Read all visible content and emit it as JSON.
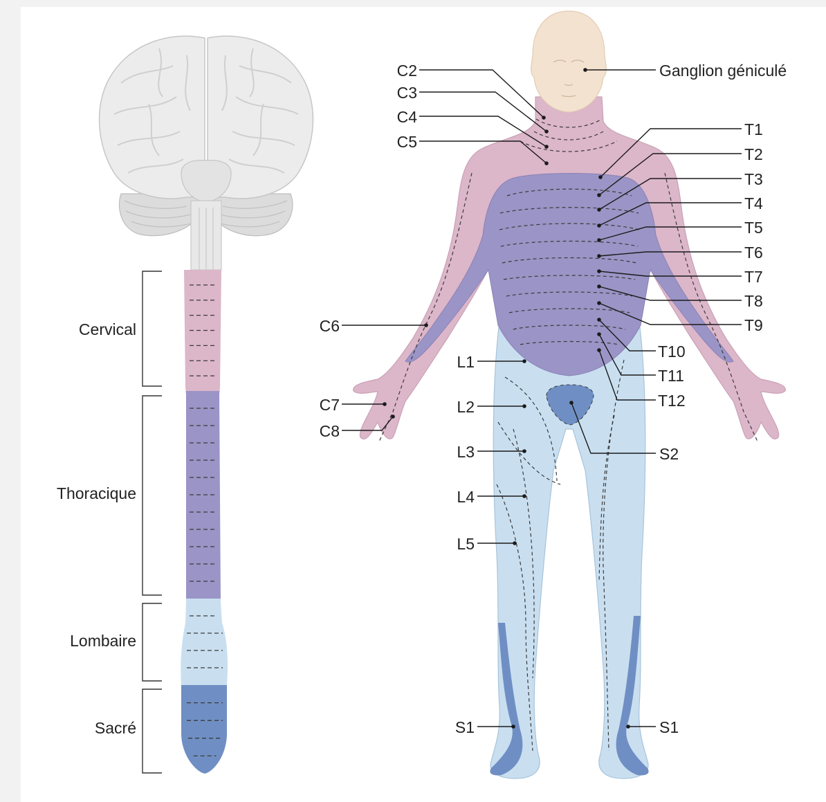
{
  "regions": {
    "cervical": "Cervical",
    "thoracic": "Thoracique",
    "lumbar": "Lombaire",
    "sacral": "Sacré"
  },
  "head_label": "Ganglion géniculé",
  "cervical": [
    "C2",
    "C3",
    "C4",
    "C5",
    "C6",
    "C7",
    "C8"
  ],
  "thoracic": [
    "T1",
    "T2",
    "T3",
    "T4",
    "T5",
    "T6",
    "T7",
    "T8",
    "T9",
    "T10",
    "T11",
    "T12"
  ],
  "lumbar": [
    "L1",
    "L2",
    "L3",
    "L4",
    "L5"
  ],
  "sacral": [
    "S1",
    "S1",
    "S2"
  ],
  "colors": {
    "cervical": "#dcb6c9",
    "thoracic": "#9b94c6",
    "lumbar": "#c9dff0",
    "sacral": "#6f8fc4",
    "brain": "#e6e6e6",
    "skin": "#f3e2cf"
  }
}
